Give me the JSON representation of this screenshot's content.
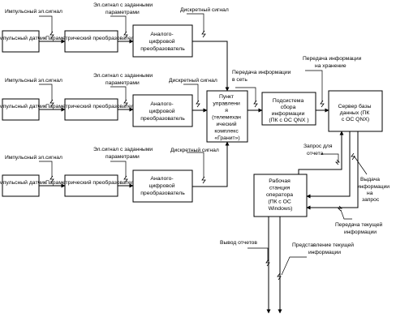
{
  "diagram": {
    "rows": [
      {
        "sensor": "Импульсный датчик",
        "signal_impulse": "Импульсный эл.сигнал",
        "converter": "Параметрический преобразователь",
        "signal_params_l1": "Эл.сигнал с заданными",
        "signal_params_l2": "параметрами",
        "adc_l1": "Аналого-",
        "adc_l2": "цифровой",
        "adc_l3": "преобразователь",
        "signal_discrete": "Дискретный сигнал"
      },
      {
        "sensor": "Импульсный датчик",
        "signal_impulse": "Импульсный эл.сигнал",
        "converter": "Параметрический преобразователь",
        "signal_params_l1": "Эл.сигнал с заданными",
        "signal_params_l2": "параметрами",
        "adc_l1": "Аналого-",
        "adc_l2": "цифровой",
        "adc_l3": "преобразователь",
        "signal_discrete": "Дискретный сигнал"
      },
      {
        "sensor": "Импульсный датчик",
        "signal_impulse": "Импульсный эл.сигнал",
        "converter": "Параметрический преобразователь",
        "signal_params_l1": "Эл.сигнал с заданными",
        "signal_params_l2": "параметрами",
        "adc_l1": "Аналого-",
        "adc_l2": "цифровой",
        "adc_l3": "преобразователь",
        "signal_discrete": "Дискретный сигнал"
      }
    ],
    "control_point": [
      "Пункт",
      "управлени",
      "я",
      "(телемехан",
      "ический",
      "комплекс",
      "«Гранит»)"
    ],
    "subsystem": [
      "Подсистема",
      "сбора",
      "информации",
      "(ПК с ОС QNX )"
    ],
    "db_server": [
      "Сервер базы",
      "данных (ПК",
      "с ОС QNX)"
    ],
    "workstation": [
      "Рабочая",
      "станция",
      "оператора",
      "(ПК с ОС",
      "Windows)"
    ],
    "label_transfer_net": [
      "Передача информации",
      "в сеть"
    ],
    "label_transfer_storage": [
      "Передача информации",
      "на хранение"
    ],
    "label_report_request": [
      "Запрос для",
      "отчета"
    ],
    "label_issue_on_request": [
      "Выдача",
      "информации",
      "на",
      "запрос"
    ],
    "label_current_info": [
      "Передача текущей",
      "информации"
    ],
    "label_report_output": "Вывод отчетов",
    "label_present_current": [
      "Представление текущей",
      "информации"
    ]
  }
}
